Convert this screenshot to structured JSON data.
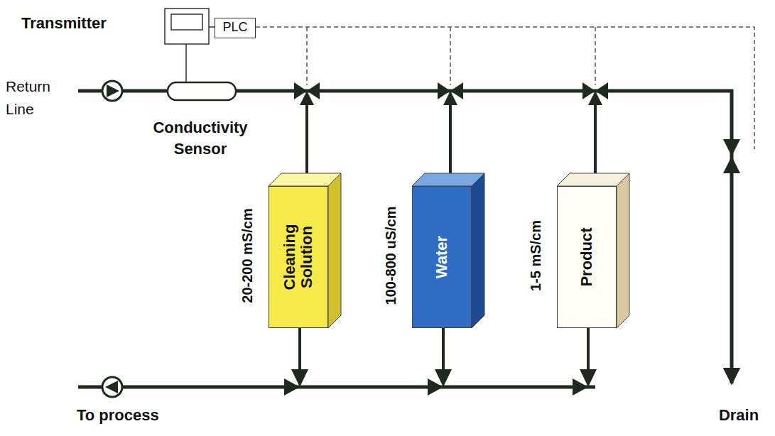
{
  "diagram": {
    "nodes": [
      {
        "text": [
          "PLC"
        ]
      },
      {
        "text": [
          "Cleaning Solution"
        ]
      },
      {
        "text": [
          "Water"
        ]
      },
      {
        "text": [
          "Product"
        ]
      }
    ],
    "labels": [
      "Transmitter",
      "Return Line",
      "Conductivity Sensor",
      "20-200 mS/cm",
      "100-800 uS/cm",
      "1-5 mS/cm",
      "Drain",
      "To process"
    ]
  }
}
